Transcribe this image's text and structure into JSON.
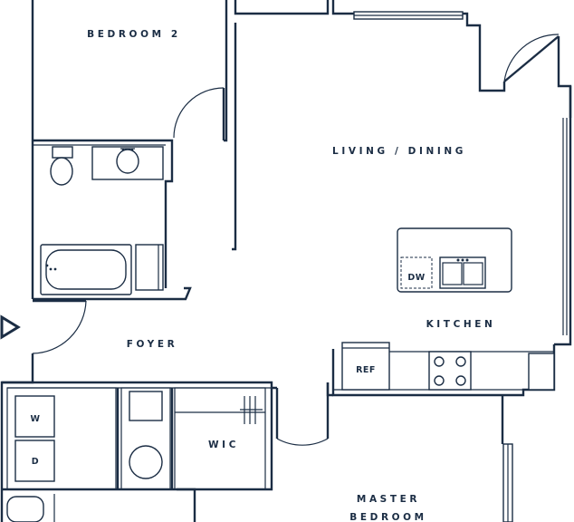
{
  "colors": {
    "line": "#1b2d44",
    "background": "#ffffff"
  },
  "rooms": {
    "bedroom2": "BEDROOM 2",
    "living_dining": "LIVING / DINING",
    "kitchen": "KITCHEN",
    "foyer": "FOYER",
    "wic": "WIC",
    "master_line1": "MASTER",
    "master_line2": "BEDROOM"
  },
  "appliances": {
    "dishwasher": "DW",
    "refrigerator": "REF",
    "washer": "W",
    "dryer": "D"
  },
  "icons": {
    "entry": "entry-arrow-icon"
  }
}
